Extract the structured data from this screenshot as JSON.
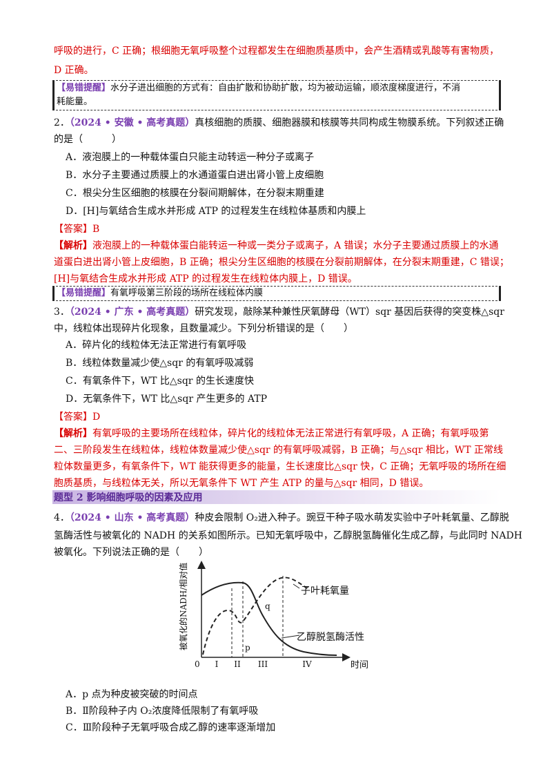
{
  "top": {
    "l1": "呼吸的进行，C 正确；根细胞无氧呼吸整个过程都发生在细胞质基质中，会产生酒精或乳酸等有害物质，",
    "l2": "D 正确。"
  },
  "tip1": {
    "label": "【易错提醒】",
    "l1": "水分子进出细胞的方式有：自由扩散和协助扩散，均为被动运输，顺浓度梯度进行，不消",
    "l2": "耗能量。"
  },
  "q2": {
    "num": "2．",
    "source": "（2024 • 安徽 • 高考真题）",
    "stem1": "真核细胞的质膜、细胞器膜和核膜等共同构成生物膜系统。下列叙述正确",
    "stem2": "的是（　　　）",
    "options": [
      "A．液泡膜上的一种载体蛋白只能主动转运一种分子或离子",
      "B．水分子主要通过质膜上的水通道蛋白进出肾小管上皮细胞",
      "C．根尖分生区细胞的核膜在分裂间期解体，在分裂末期重建",
      "D．[H]与氧结合生成水并形成 ATP 的过程发生在线粒体基质和内膜上"
    ],
    "answer": "【答案】B",
    "analysis_label": "【解析】",
    "analysis1": "液泡膜上的一种载体蛋白能转运一种或一类分子或离子，A 错误；水分子主要通过质膜上的水通",
    "analysis2": "道蛋白进出肾小管上皮细胞，B 正确；根尖分生区细胞的核膜在分裂前期解体，在分裂末期重建，C 错误；",
    "analysis3": "[H]与氧结合生成水并形成 ATP 的过程发生在线粒体内膜上，D 错误。"
  },
  "tip2": {
    "label": "【易错提醒】",
    "text": "有氧呼吸第三阶段的场所在线粒体内膜"
  },
  "q3": {
    "num": "3．",
    "source": "（2024 • 广东 • 高考真题）",
    "stem1": "研究发现，敲除某种兼性厌氧酵母（WT）sqr 基因后获得的突变株△sqr",
    "stem2": "中，线粒体出现碎片化现象，且数量减少。下列分析错误的是（　　）",
    "options": [
      "A．碎片化的线粒体无法正常进行有氧呼吸",
      "B．线粒体数量减少使△sqr 的有氧呼吸减弱",
      "C．有氧条件下，WT 比△sqr 的生长速度快",
      "D．无氧条件下，WT 比△sqr 产生更多的 ATP"
    ],
    "answer": "【答案】D",
    "analysis_label": "【解析】",
    "analysis1": "有氧呼吸的主要场所在线粒体，碎片化的线粒体无法正常进行有氧呼吸，A 正确；有氧呼吸第",
    "analysis2": "二、三阶段发生在线粒体，线粒体数量减少使△sqr 的有氧呼吸减弱，B 正确；与△sqr 相比，WT 正常线",
    "analysis3": "粒体数量更多，有氧条件下，WT 能获得更多的能量，生长速度比△sqr 快，C 正确；无氧呼吸的场所在细",
    "analysis4": "胞质基质，与线粒体无关，所以无氧条件下 WT 产生 ATP 的量与△sqr 相同，D 错误。"
  },
  "section": "题型 2  影响细胞呼吸的因素及应用",
  "q4": {
    "num": "4．",
    "source": "（2024 • 山东 • 高考真题）",
    "stem1": "种皮会限制 O₂进入种子。豌豆干种子吸水萌发实验中子叶耗氧量、乙醇脱",
    "stem2": "氢酶活性与被氧化的 NADH 的关系如图所示。已知无氧呼吸中，乙醇脱氢酶催化生成乙醇，与此同时 NADH",
    "stem3": "被氧化。下列说法正确的是（　　）",
    "options": [
      "A．p 点为种皮被突破的时间点",
      "B．Ⅱ阶段种子内 O₂浓度降低限制了有氧呼吸",
      "C．Ⅲ阶段种子无氧呼吸合成乙醇的速率逐渐增加"
    ],
    "figure": {
      "ylabel": "被氧化的NADH/相对值",
      "origin": "0",
      "xlabel": "时间",
      "curve1": "子叶耗氧量",
      "curve2": "乙醇脱氢酶活性",
      "point_p": "p",
      "point_q": "q",
      "stages": [
        "I",
        "II",
        "III",
        "IV"
      ]
    }
  }
}
